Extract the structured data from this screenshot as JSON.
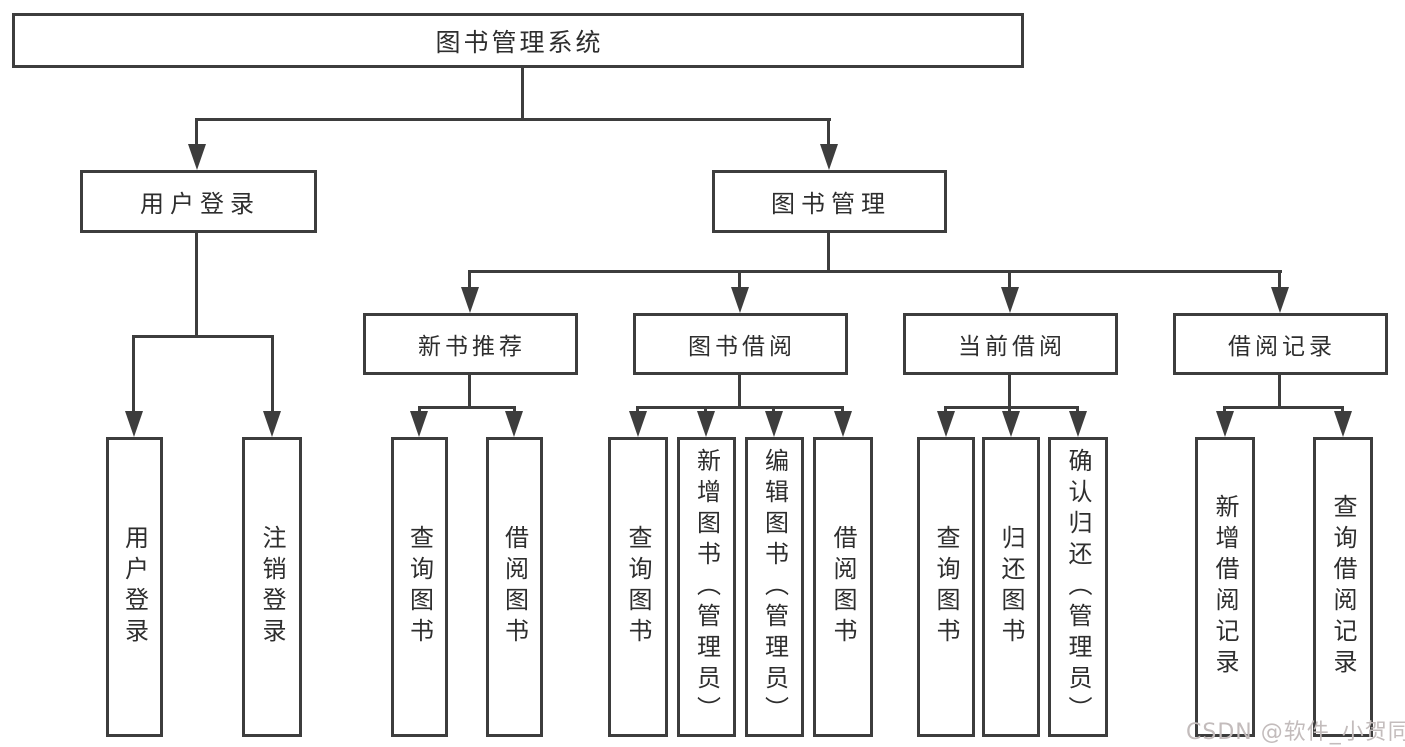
{
  "tree": {
    "root": {
      "label": "图书管理系统"
    },
    "branches": [
      {
        "label": "用户登录",
        "leaves": [
          {
            "label": "用户登录"
          },
          {
            "label": "注销登录"
          }
        ]
      },
      {
        "label": "图书管理",
        "groups": [
          {
            "label": "新书推荐",
            "leaves": [
              {
                "label": "查询图书"
              },
              {
                "label": "借阅图书"
              }
            ]
          },
          {
            "label": "图书借阅",
            "leaves": [
              {
                "label": "查询图书"
              },
              {
                "label": "新增图书（管理员）"
              },
              {
                "label": "编辑图书（管理员）"
              },
              {
                "label": "借阅图书"
              }
            ]
          },
          {
            "label": "当前借阅",
            "leaves": [
              {
                "label": "查询图书"
              },
              {
                "label": "归还图书"
              },
              {
                "label": "确认归还（管理员）"
              }
            ]
          },
          {
            "label": "借阅记录",
            "leaves": [
              {
                "label": "新增借阅记录"
              },
              {
                "label": "查询借阅记录"
              }
            ]
          }
        ]
      }
    ]
  },
  "watermark": {
    "text": "CSDN @软件_小贺同学"
  },
  "colors": {
    "line": "#3d3d3d",
    "text": "#2e2e2e",
    "background": "#ffffff",
    "watermark": "#c3bcbc"
  }
}
